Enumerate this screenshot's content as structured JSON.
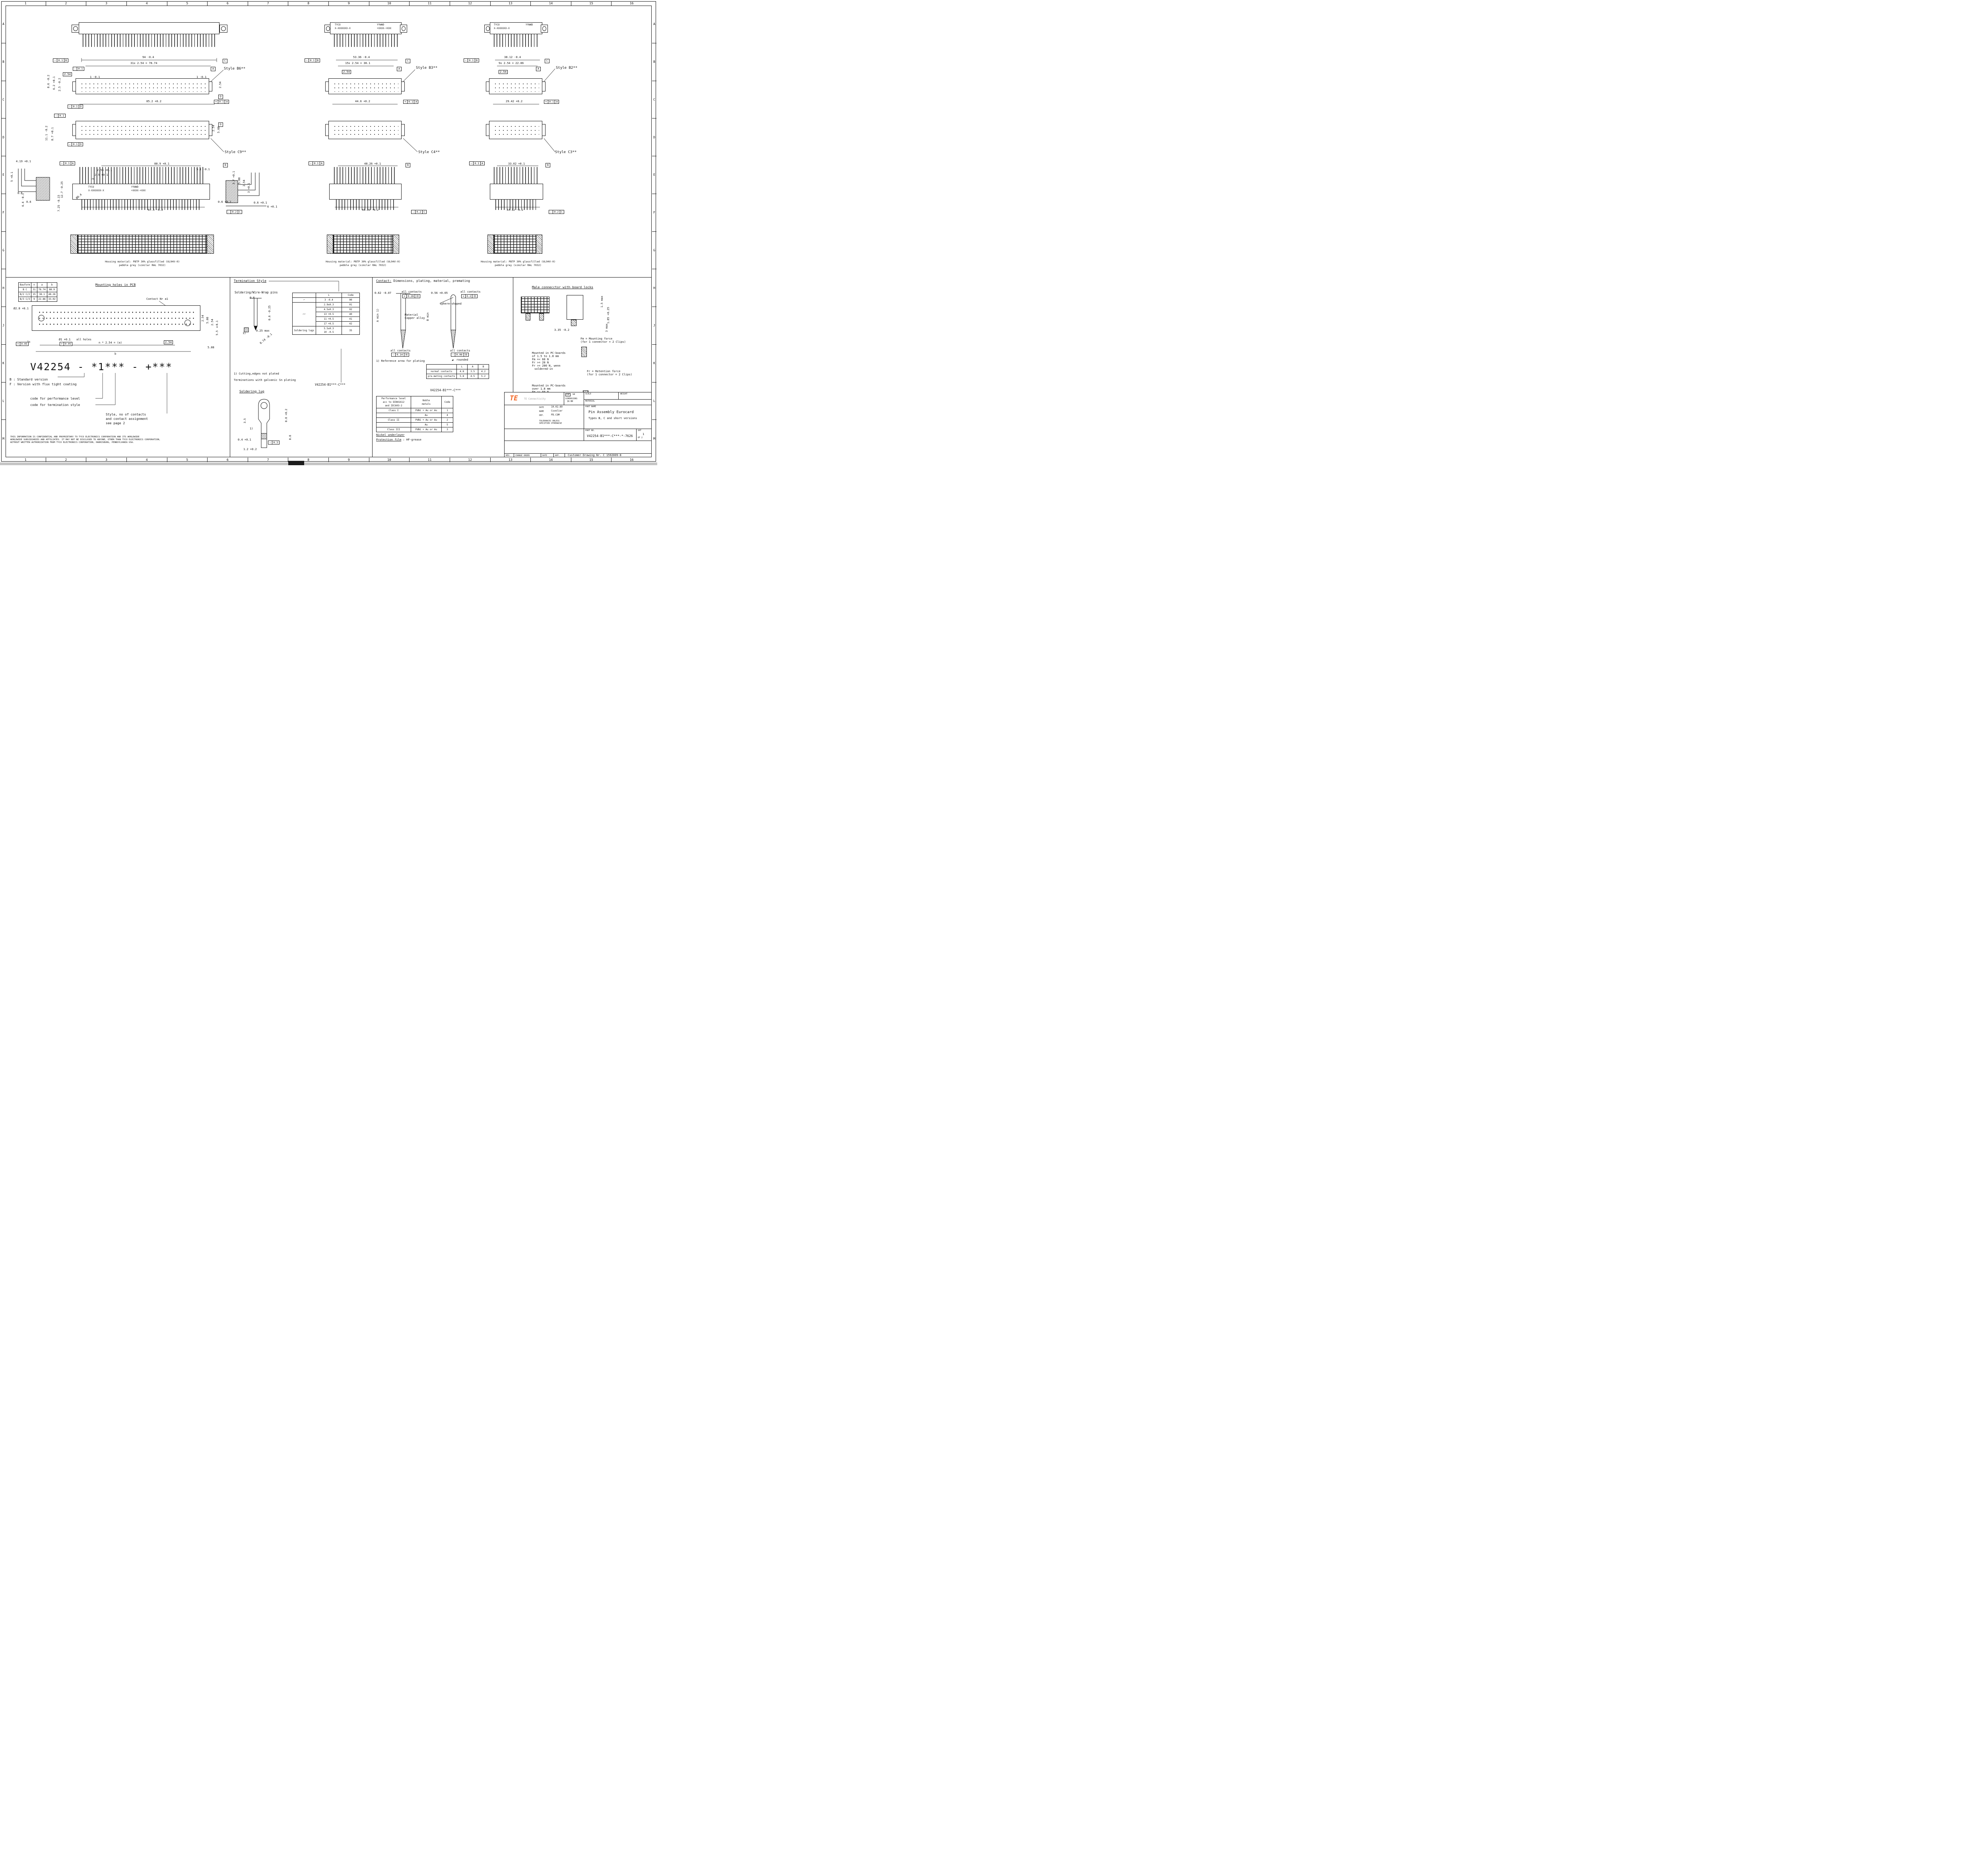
{
  "colors": {
    "te_orange": "#f26524"
  },
  "symbols": {
    "straight": "—",
    "position": "⌖",
    "material": "Ⓜ",
    "rounded": "◢"
  },
  "sheet": {
    "cols": [
      "1",
      "2",
      "3",
      "4",
      "5",
      "6",
      "7",
      "8",
      "9",
      "10",
      "11",
      "12",
      "13",
      "14",
      "15",
      "16"
    ],
    "rows": [
      "A",
      "B",
      "C",
      "D",
      "E",
      "F",
      "G",
      "H",
      "J",
      "K",
      "L",
      "M"
    ],
    "housing1": "Housing material: PBTP 30% glassfilled (UL94V-0)",
    "housing2": "pebble grey (similar RAL 7032)"
  },
  "g1": {
    "a": [
      "0.1",
      "B",
      "94 -0.4",
      "31x 2.54 = 78.74",
      "C",
      "0.1",
      "A",
      "8.6 -0.2",
      "6.2 +0.1",
      "2.5 -0.2",
      "2.54",
      "1 -0.1",
      "1 -0.1",
      "2.54",
      "85.2 +0.2",
      "0.1",
      "D",
      "0.1",
      "A",
      "D",
      "Style B6**",
      "0.1",
      "11.1 -0.2",
      "8.7 +0.1",
      "2.54",
      "5.08",
      "0.1",
      "D",
      "D",
      "Style C9**"
    ],
    "s": [
      "4.19 +0.1",
      "5 +0.1",
      "0.6",
      "0.6",
      "6.4 -0.1",
      "2.55 +0.1",
      "2.5 +0.1",
      "3",
      "12.7 -0.25",
      "7.25 -0.15",
      "Ø0.4",
      "TYCO",
      "X-XXXXXXX-X",
      "YYWWD",
      "+XXXX-+XXX",
      "0.1",
      "A",
      "88.9 +0.1",
      "5.1 -0.1",
      "B",
      "3.7 +0.1",
      "5.08",
      "2.54",
      "3 +0.1",
      "0.6 +0.1",
      "87.5 -0.2",
      "0.6 +0.1",
      "6 +0.1",
      "0.2",
      "C"
    ]
  },
  "g2": {
    "a": [
      "0.1",
      "B",
      "53.36 -0.4",
      "15x 2.54 = 38.1",
      "C",
      "A",
      "2.54",
      "44.6 +0.2",
      "0.1",
      "A",
      "Style B3**",
      "Style C4**"
    ],
    "s": [
      "0.1",
      "A",
      "48.26 +0.1",
      "B",
      "48.36 -0.2",
      "0.2",
      "C"
    ],
    "brand": [
      "TYCO",
      "X-XXXXXXX-X",
      "YYWWD",
      "+XXXX-+XXX"
    ]
  },
  "g3": {
    "a": [
      "0.1",
      "B",
      "38.12 -0.4",
      "9x 2.54 = 22.86",
      "C",
      "A",
      "2.54",
      "29.42 +0.2",
      "0.1",
      "A",
      "Style B2**",
      "Style C3**"
    ],
    "s": [
      "0.1",
      "A",
      "33.02 +0.1",
      "B",
      "33.12 -0.2",
      "0.2",
      "C"
    ],
    "brand": [
      "TYCO",
      "X-XXXXXXX-X",
      "YYWWD"
    ]
  },
  "pcb": {
    "table": {
      "headers": [
        "Bauform",
        "n",
        "a",
        "b"
      ],
      "rows": [
        [
          "B   C",
          "31",
          "78.74",
          "88.9"
        ],
        [
          "B/2 C/2",
          "15",
          "38.1",
          "48.26"
        ],
        [
          "B/3 C/3",
          "9",
          "22.86",
          "33.02"
        ]
      ]
    },
    "title": "Mounting holes in PCB",
    "contact_nr": "Contact Nr a1",
    "d": [
      "Ø2.8 +0.1",
      "2x",
      "0.05",
      "Ø1 +0.1",
      "all holes",
      "0.05",
      "n * 2.54 = (a)",
      "2.54",
      "2.54",
      "5.08",
      "2.54",
      "5.5 ±0.1",
      "5.08",
      "b"
    ],
    "part_number": "V42254 - *1*** - +***",
    "legend": [
      "B : Standard version",
      "F : Version with flux tight coating",
      "code for performance level",
      "code for termination style",
      "Style, no of contacts",
      "and contact assignment",
      "see page 2"
    ],
    "legal": [
      "THIS INFORMATION IS CONFIDENTIAL AND PROPRIETARY TO TYCO ELECTRONICS CORPORATION AND ITS WORLDWIDE",
      "WORLDWIDE SUBSIDIARIES AND AFFILIATES. IT MAY NOT BE DISCLOSED TO ANYONE, OTHER THAN TYCO ELECTRONICS CORPORATION,",
      "WITHOUT WRITTEN AUTHORIZATION FROM TYCO ELECTRONICS CORPORATION, HARRISBURG, PENNSYLVANIA USA."
    ]
  },
  "term": {
    "title": "Termination Style",
    "sub": "Soldering/Wire-Wrap pins",
    "d": [
      "0.6",
      "0.6 -0.25",
      "0.25 max",
      "1)",
      "0.74 -0.1"
    ],
    "table": {
      "h_l": "L",
      "h_code": "Code",
      "rows": [
        [
          "3 -0.4",
          "00"
        ],
        [
          "2.9±0.3",
          "01"
        ],
        [
          "4.5±0.3",
          "02"
        ],
        [
          "13 +0.5",
          "40"
        ],
        [
          "11 +0.5",
          "41"
        ],
        [
          "17 +0.5",
          "42"
        ]
      ],
      "lug_label": "Soldering lugs",
      "lug_l": "5.5±0.3\n10 -0.5",
      "lug_code": "35"
    },
    "notes": [
      "1) Cutting,edges not plated",
      "Terminations with galvanic Sn plating"
    ],
    "pn": "V42254-B1***-C***",
    "lug_title": "Soldering lug",
    "ld": [
      "3.5",
      "1)",
      "0.8 +0.2",
      "0.4 +0.1",
      "0.3",
      "0.8",
      "1.2 +0.2"
    ]
  },
  "contact": {
    "title": "Contact:",
    "title_rest": " Dimensions, plating, material, premating",
    "d": [
      "0.62 -0.07",
      "all contacts",
      "0.28",
      "0.56 +0.05",
      "all contacts",
      "0.2",
      "sphere-shaped",
      "Material",
      "Copper alloy",
      "A min 1)",
      "B min",
      "all contacts",
      "0.14",
      "all contacts",
      "0.06",
      "1) Reference area for plating",
      "rounded"
    ],
    "mating": {
      "headers": [
        "",
        "L",
        "A",
        "B"
      ],
      "rows": [
        [
          "normal contacts",
          "4.8",
          "3.5",
          "4.2"
        ],
        [
          "pre-mating contacts",
          "5.8",
          "4.5",
          "5.2"
        ]
      ]
    },
    "pn": "V42254-B1***-C***",
    "perf": {
      "headers": [
        "Performance level\nacc to DIN41612\nand IEC603-2",
        "Noble\nmetals",
        "Code"
      ],
      "rows": [
        [
          "Class I",
          "PdNi + Au or Au",
          "1"
        ],
        [
          "",
          "Au",
          "4"
        ],
        [
          "Class II",
          "PdNi + Au or Au",
          "2"
        ],
        [
          "",
          "Au",
          "5"
        ],
        [
          "Class III",
          "PdNi + Au or Au",
          "3"
        ]
      ]
    },
    "note1": "Nickel underlayer",
    "note2a": "Protection film",
    "note2b": " : HF-grease"
  },
  "male": {
    "title": "Male connecctor with board locks",
    "d": [
      "1.5 max",
      "1.85 +0.25",
      "3.35 -0.2",
      "3 max"
    ],
    "fm": [
      "Fm = Mounting force",
      "(for 1 connector = 2 Clips)"
    ],
    "mount1": [
      "Mounted in PC-boards",
      "of 1.5 to 1.8 mm",
      "Fm =< 60 N",
      "Fr >= 20 N",
      "Fr >= 200 N, wenn",
      "soldered-in"
    ],
    "fr": [
      "Fr = Retention force",
      "(for 1 connector = 2 Clips)"
    ],
    "mount2": [
      "Mounted in PC-boards",
      "over 1.8 mm",
      "Fm =< 60 N",
      "Fr >= 16 N"
    ]
  },
  "tb": {
    "brand": "TE",
    "brand_sub": "TE Connectivity",
    "scale": "SCALE",
    "weight": "WEIGHT",
    "material": "MATERIAL",
    "loc1": "LOC",
    "loc2": "GW",
    "dims1": "DIMENSIONS",
    "dims2": "IN MM",
    "date_l": "DATE",
    "date_v": "10.02.89",
    "name_l": "NAME",
    "name_v": "Cuvelier",
    "dep_l": "DEP.",
    "dep_v": "PD.COM",
    "tol": "TOLERANCES UNLESS\nSPECIFIED OTHERWISE",
    "pn_l": "PART NAME",
    "pn1": "Pin Assembly Eurocard",
    "pn2": "Types B, C and short versions",
    "no_l": "PART NO.",
    "no_v": "V42254-B1***-C***-*-7626",
    "sht_l": "SHT",
    "sht_v": "1",
    "of_v": "OF 2",
    "rev": "REV.",
    "chg": "CHANGE ORDER",
    "date2": "DATE",
    "app": "APP.",
    "cdn": "Customer Drawing Nr. C 1592009-8"
  }
}
